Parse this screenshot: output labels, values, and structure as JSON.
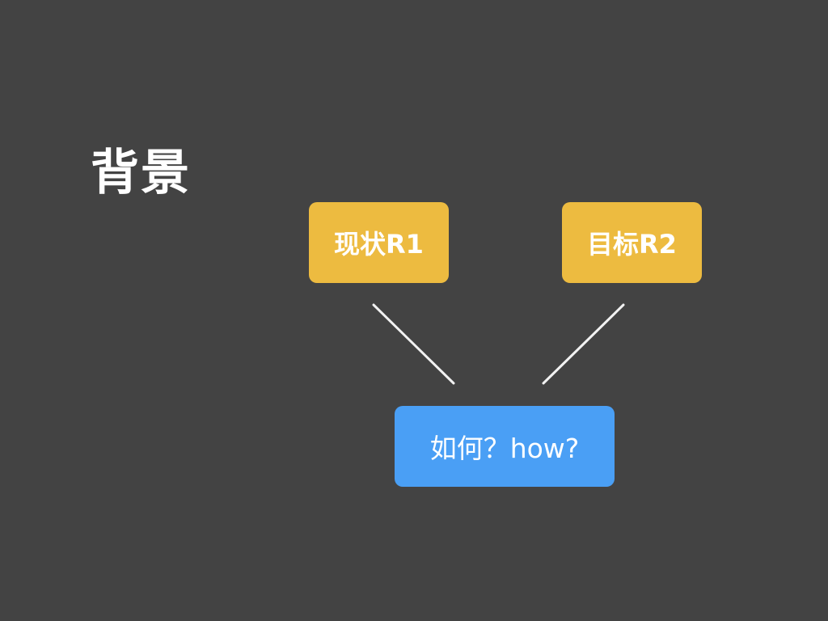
{
  "slide": {
    "title": "背景"
  },
  "diagram": {
    "nodes": {
      "current": "现状R1",
      "target": "目标R2",
      "how": "如何？how?"
    },
    "colors": {
      "background": "#434343",
      "node_yellow": "#EDBB40",
      "node_blue": "#4A9FF5",
      "text": "#FFFFFF",
      "connector": "#F2F2F2"
    }
  }
}
